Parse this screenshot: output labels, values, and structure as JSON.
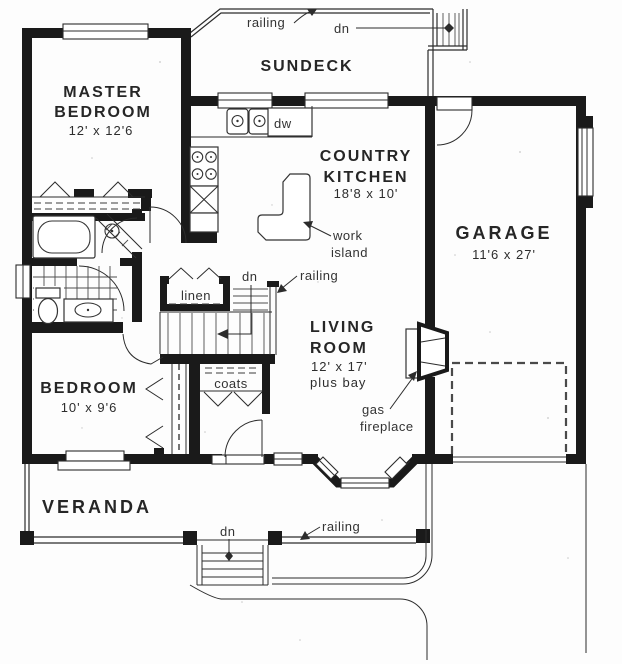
{
  "plan": {
    "title": "House floor plan",
    "colors": {
      "ink": "#1c1c1c",
      "paper": "#fdfdfd"
    },
    "rooms": {
      "master_bedroom": {
        "line1": "MASTER",
        "line2": "BEDROOM",
        "dims": "12' x 12'6"
      },
      "sundeck": {
        "name": "SUNDECK"
      },
      "kitchen": {
        "line1": "COUNTRY",
        "line2": "KITCHEN",
        "dims": "18'8 x 10'"
      },
      "garage": {
        "name": "GARAGE",
        "dims": "11'6 x 27'"
      },
      "living_room": {
        "line1": "LIVING",
        "line2": "ROOM",
        "dims": "12' x 17'",
        "dims2": "plus bay"
      },
      "bedroom": {
        "name": "BEDROOM",
        "dims": "10' x 9'6"
      },
      "veranda": {
        "name": "VERANDA"
      }
    },
    "annotations": {
      "railing": "railing",
      "dn": "dn",
      "dw": "dw",
      "linen": "linen",
      "coats": "coats",
      "work_island_line1": "work",
      "work_island_line2": "island",
      "fireplace_line1": "gas",
      "fireplace_line2": "fireplace"
    }
  }
}
